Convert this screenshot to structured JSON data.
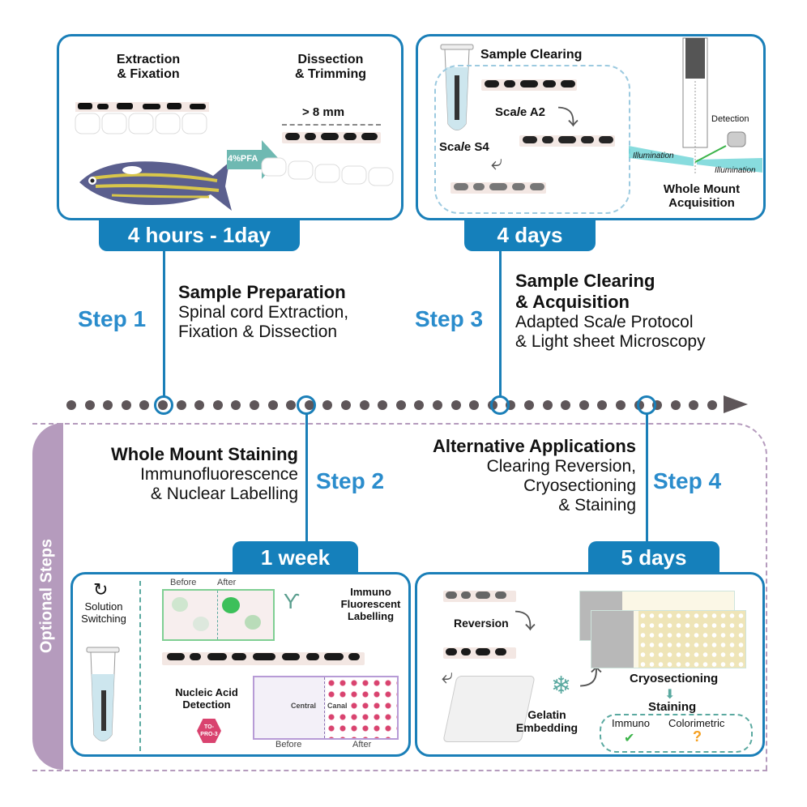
{
  "panels": {
    "step1": {
      "left_title": [
        "Extraction",
        "& Fixation"
      ],
      "right_title": [
        "Dissection",
        "& Trimming"
      ],
      "measure": "> 8 mm",
      "fixative": "4%PFA",
      "duration": "4 hours - 1day"
    },
    "step3": {
      "clearing_title": "Sample Clearing",
      "reagent_a": "ScaleA2",
      "reagent_s": "ScaleS4",
      "reagent_a_parts": [
        "Sca",
        "l",
        "e A2"
      ],
      "reagent_s_parts": [
        "Sca",
        "l",
        "e S4"
      ],
      "detection": "Detection",
      "illumination_left": "Illumination",
      "illumination_right": "Illumination",
      "acq_title": [
        "Whole Mount",
        "Acquisition"
      ],
      "duration": "4 days"
    },
    "step2": {
      "solution": [
        "Solution",
        "Switching"
      ],
      "before": "Before",
      "after": "After",
      "immuno": [
        "Immuno",
        "Fluorescent",
        "Labelling"
      ],
      "nucleic": [
        "Nucleic Acid",
        "Detection"
      ],
      "dye": [
        "TO-",
        "PRO-3"
      ],
      "central": "Central",
      "canal": "Canal",
      "before2": "Before",
      "after2": "After",
      "duration": "1 week"
    },
    "step4": {
      "reversion": "Reversion",
      "gelatin": [
        "Gelatin",
        "Embedding"
      ],
      "cryo": "Cryosectioning",
      "staining": "Staining",
      "immuno": "Immuno",
      "colorimetric": "Colorimetric",
      "immuno_status": "✔",
      "colorimetric_status": "?",
      "duration": "5 days"
    }
  },
  "steps": {
    "s1": {
      "label": "Step 1",
      "title": "Sample Preparation",
      "desc": [
        "Spinal cord Extraction,",
        "Fixation & Dissection"
      ]
    },
    "s3": {
      "label": "Step 3",
      "title": [
        "Sample Clearing",
        "& Acquisition"
      ],
      "desc_a": [
        "Adapted ",
        "Sca",
        "l",
        "e Protocol"
      ],
      "desc_b": "& Light sheet Microscopy"
    },
    "s2": {
      "label": "Step 2",
      "title": "Whole Mount Staining",
      "desc": [
        "Immunofluorescence",
        "& Nuclear Labelling"
      ]
    },
    "s4": {
      "label": "Step 4",
      "title": "Alternative Applications",
      "desc": [
        "Clearing Reversion,",
        "Cryosectioning",
        "& Staining"
      ]
    }
  },
  "optional_label": "Optional Steps",
  "colors": {
    "accent": "#1580bb",
    "step_text": "#2a8ccc",
    "optional": "#b59bbd",
    "timeline_dot": "#5e5659",
    "check": "#3cb44a",
    "question": "#f5a021",
    "dye": "#d9436f"
  }
}
